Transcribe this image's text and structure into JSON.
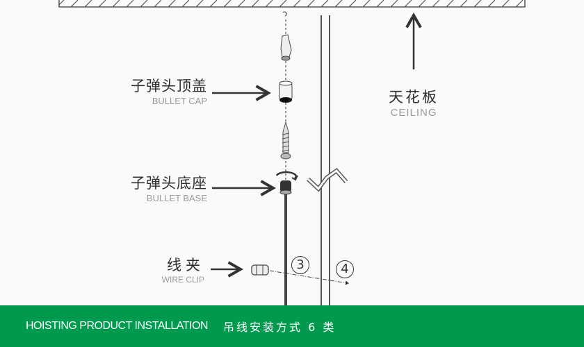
{
  "labels": {
    "bullet_cap_cn": "子弹头顶盖",
    "bullet_cap_en": "BULLET CAP",
    "bullet_base_cn": "子弹头底座",
    "bullet_base_en": "BULLET BASE",
    "wire_clip_cn": "线夹",
    "wire_clip_en": "WIRE CLIP",
    "ceiling_cn": "天花板",
    "ceiling_en": "CEILING",
    "step3": "3",
    "step4": "4"
  },
  "footer": {
    "title_en": "HOISTING PRODUCT INSTALLATION",
    "title_cn": "吊线安装方式 6 类"
  },
  "colors": {
    "footer_bg": "#009a4e",
    "line": "#333333"
  }
}
